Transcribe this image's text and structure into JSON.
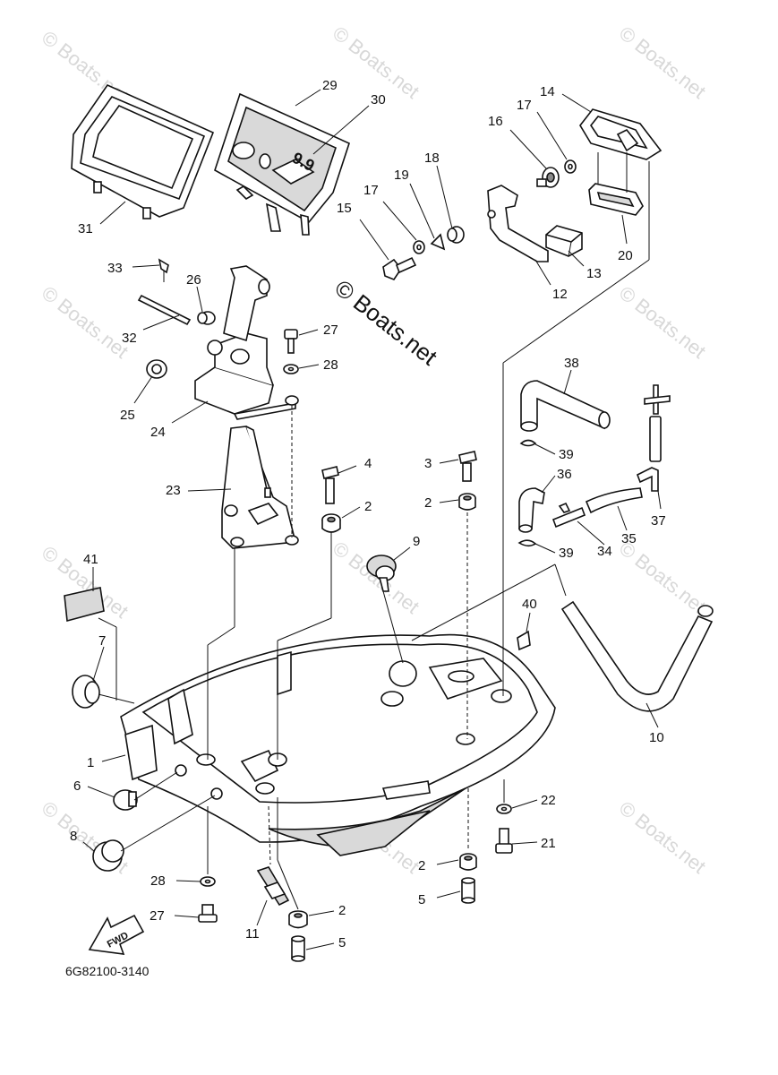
{
  "diagram_code": "6G82100-3140",
  "watermark_text": "© Boats.net",
  "fwd_label": "FWD",
  "callouts": [
    "1",
    "2",
    "3",
    "4",
    "5",
    "6",
    "7",
    "8",
    "9",
    "10",
    "11",
    "12",
    "13",
    "14",
    "15",
    "16",
    "17",
    "18",
    "19",
    "20",
    "21",
    "22",
    "23",
    "24",
    "25",
    "26",
    "27",
    "28",
    "29",
    "30",
    "31",
    "32",
    "33",
    "34",
    "35",
    "36",
    "37",
    "38",
    "39",
    "40",
    "41"
  ],
  "colors": {
    "line": "#111111",
    "watermark": "#d8d8d8",
    "fill_gray": "#d9d9d9"
  }
}
